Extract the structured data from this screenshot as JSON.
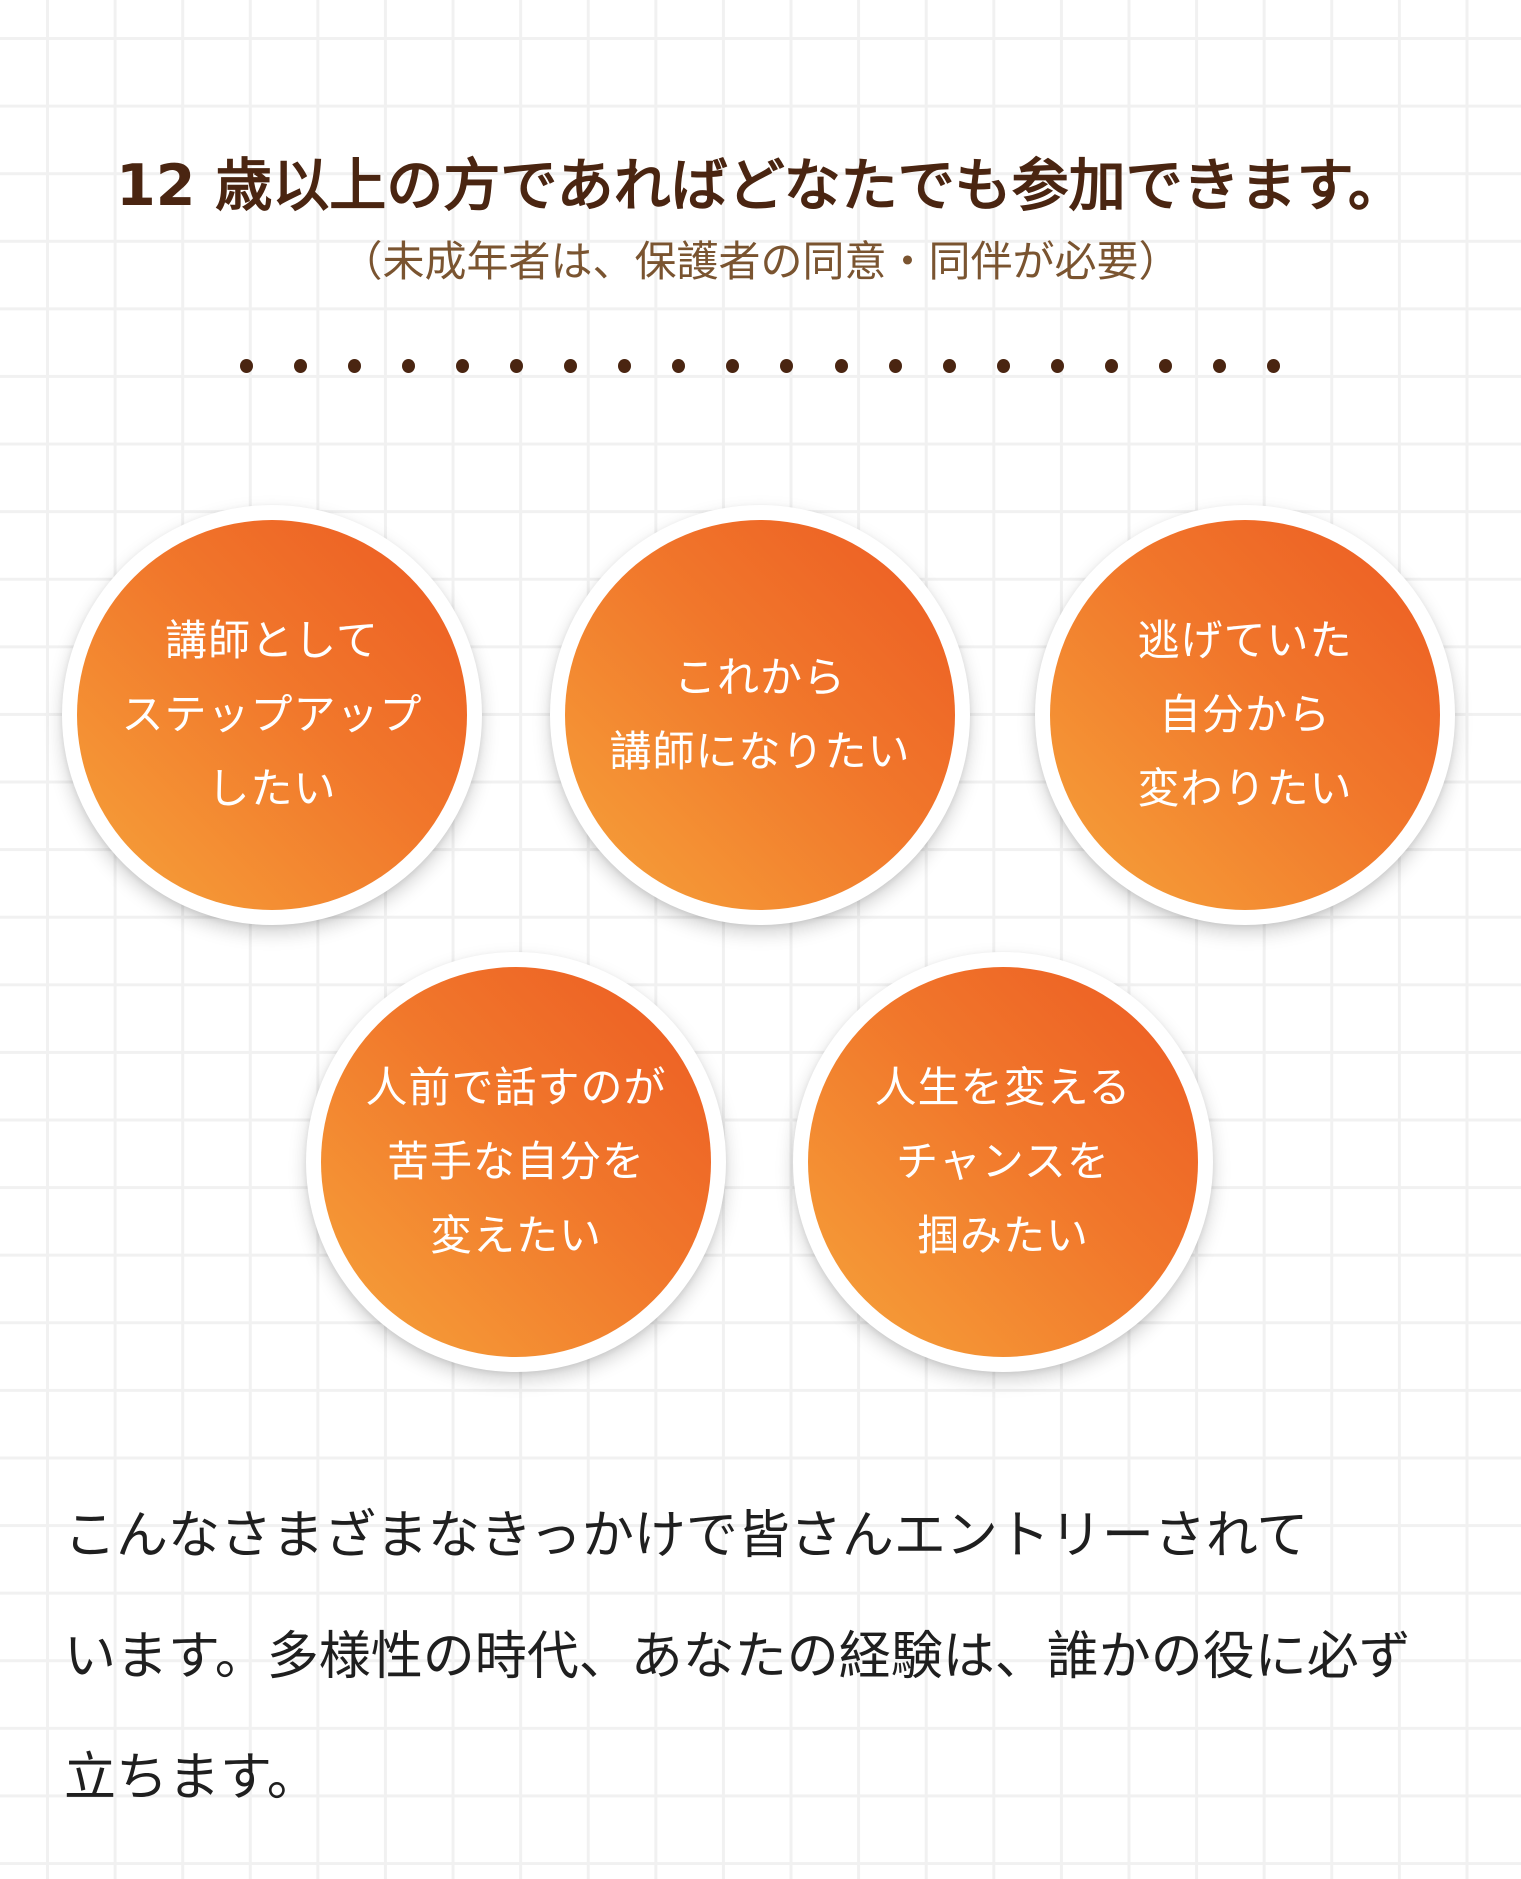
{
  "header": {
    "headline": "12 歳以上の方であればどなたでも参加できます。",
    "note": "（未成年者は、保護者の同意・同伴が必要）"
  },
  "divider": {
    "style": "dotted",
    "dot_count": 20,
    "color": "#4a2511"
  },
  "motivations": [
    {
      "text": "講師として\nステップアップ\nしたい"
    },
    {
      "text": "これから\n講師になりたい"
    },
    {
      "text": "逃げていた\n自分から\n変わりたい"
    },
    {
      "text": "人前で話すのが\n苦手な自分を\n変えたい"
    },
    {
      "text": "人生を変える\nチャンスを\n掴みたい"
    }
  ],
  "colors": {
    "heading": "#4a2511",
    "note": "#7a5430",
    "circle_gradient_start": "#ec5b23",
    "circle_gradient_end": "#f6a33a",
    "body_text": "#1f1f1f",
    "grid_line": "#f1f1f1"
  },
  "body": {
    "paragraph": "こんなさまざまなきっかけで皆さんエントリーされて\nいます。多様性の時代、あなたの経験は、誰かの役に必ず\n立ちます。"
  }
}
